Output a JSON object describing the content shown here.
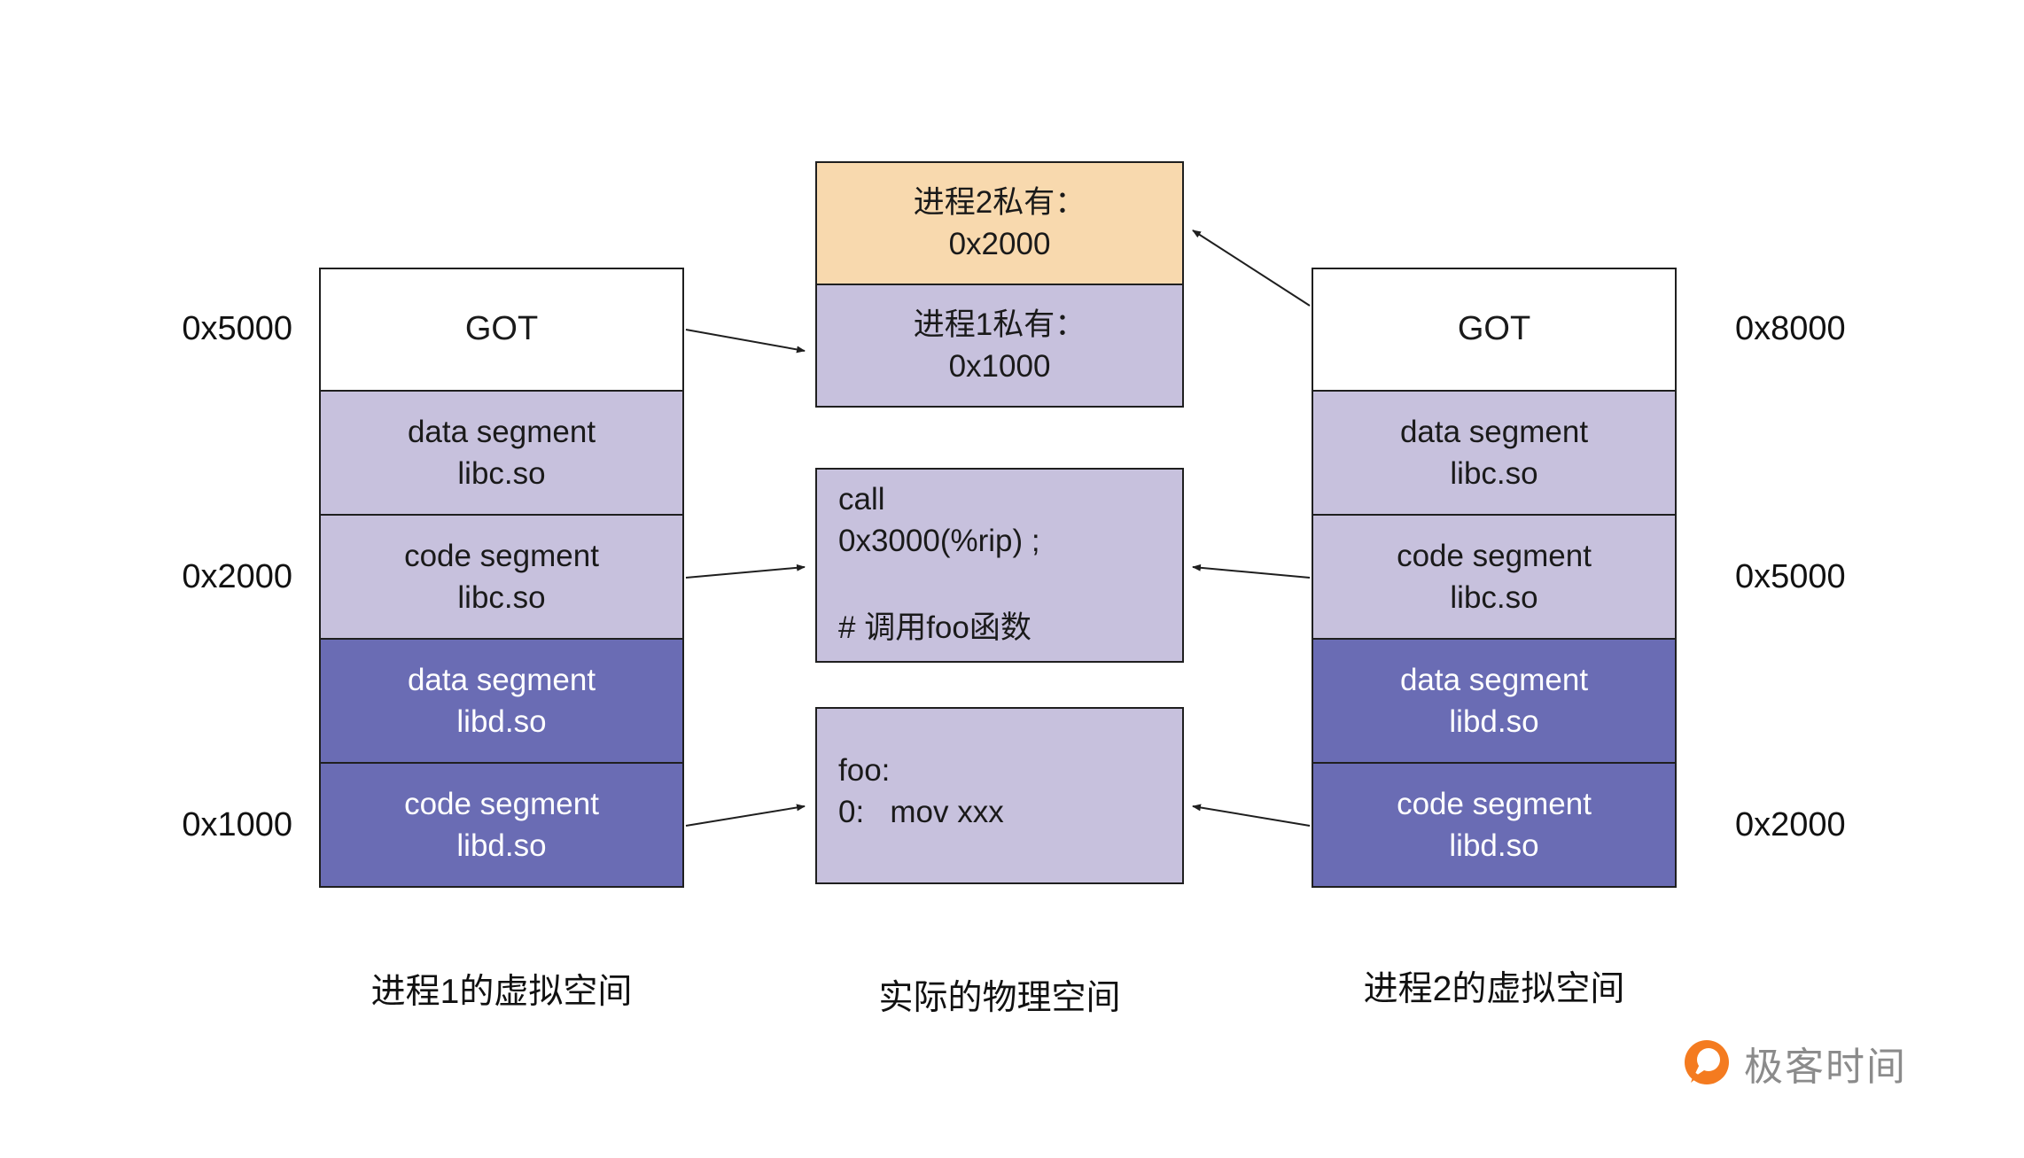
{
  "colors": {
    "light_purple": "#c7c1dd",
    "dark_purple": "#6a6cb4",
    "orange": "#f8d9ae",
    "border": "#1f1f1f",
    "logo_orange": "#f47b20",
    "logo_text_color": "#8b8b8b"
  },
  "process1": {
    "caption": "进程1的虚拟空间",
    "got_label": "GOT",
    "segments": [
      {
        "line1": "data segment",
        "line2": "libc.so"
      },
      {
        "line1": "code segment",
        "line2": "libc.so"
      },
      {
        "line1": "data segment",
        "line2": "libd.so"
      },
      {
        "line1": "code segment",
        "line2": "libd.so"
      }
    ],
    "addresses": {
      "got": "0x5000",
      "code_libc": "0x2000",
      "code_libd": "0x1000"
    }
  },
  "process2": {
    "caption": "进程2的虚拟空间",
    "got_label": "GOT",
    "segments": [
      {
        "line1": "data segment",
        "line2": "libc.so"
      },
      {
        "line1": "code segment",
        "line2": "libc.so"
      },
      {
        "line1": "data segment",
        "line2": "libd.so"
      },
      {
        "line1": "code segment",
        "line2": "libd.so"
      }
    ],
    "addresses": {
      "got": "0x8000",
      "code_libc": "0x5000",
      "code_libd": "0x2000"
    }
  },
  "physical": {
    "caption": "实际的物理空间",
    "got_box": {
      "process2_private": {
        "line1": "进程2私有：",
        "line2": "0x2000"
      },
      "process1_private": {
        "line1": "进程1私有：",
        "line2": "0x1000"
      }
    },
    "call_box": {
      "line1": "call",
      "line2": "0x3000(%rip) ;",
      "comment": "# 调用foo函数"
    },
    "foo_box": {
      "line1": "foo:",
      "line2": "0:   mov xxx"
    }
  },
  "logo": {
    "text": "极客时间"
  }
}
